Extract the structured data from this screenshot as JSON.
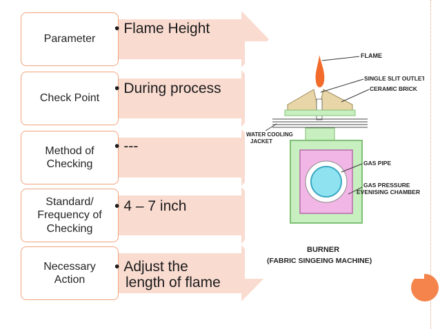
{
  "rows": [
    {
      "label_lines": [
        "Parameter"
      ],
      "value_lines": [
        "Flame Height"
      ]
    },
    {
      "label_lines": [
        "Check Point"
      ],
      "value_lines": [
        "During process"
      ]
    },
    {
      "label_lines": [
        "Method of",
        "Checking"
      ],
      "value_lines": [
        "---"
      ]
    },
    {
      "label_lines": [
        "Standard/",
        "Frequency of",
        "Checking"
      ],
      "value_lines": [
        "4 – 7 inch"
      ]
    },
    {
      "label_lines": [
        "Necessary",
        "Action"
      ],
      "value_lines": [
        "Adjust the",
        "length of flame"
      ]
    }
  ],
  "bullet": "•",
  "diagram": {
    "labels": {
      "flame": "FLAME",
      "single_slit_outlet": "SINGLE SLIT OUTLET",
      "ceramic_brick": "CERAMIC BRICK",
      "water_cooling_1": "WATER COOLING",
      "water_cooling_2": "JACKET",
      "gas_pipe": "GAS PIPE",
      "gas_pressure_1": "GAS PRESSURE",
      "gas_pressure_2": "EVENISING CHAMBER",
      "burner": "BURNER",
      "fabric": "(FABRIC SINGEING MACHINE)"
    },
    "colors": {
      "arrow": "#f9dbd0",
      "card_border": "#f0a27a",
      "accent": "#f4844c",
      "green_body": "#c8efc0",
      "green_edge": "#7fbf74",
      "pink_chamber": "#f2b6e6",
      "pipe_blue": "#8fe3f0",
      "brick": "#e8d6a8"
    }
  }
}
